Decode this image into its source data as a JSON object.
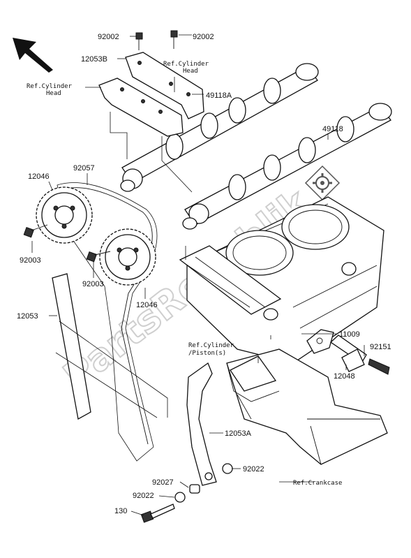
{
  "labels": {
    "p92002_left": "92002",
    "p92002_right": "92002",
    "p12053B": "12053B",
    "ref_cyl_head_top_1": "Ref.Cylinder",
    "ref_cyl_head_top_2": "Head",
    "ref_cyl_head_left_1": "Ref.Cylinder",
    "ref_cyl_head_left_2": "Head",
    "p49118A": "49118A",
    "p49118": "49118",
    "p12046_top": "12046",
    "p92057": "92057",
    "p92003_left": "92003",
    "p92003_mid": "92003",
    "p12046_bottom": "12046",
    "p12053": "12053",
    "p11009": "11009",
    "p92151": "92151",
    "ref_cyl_piston_1": "Ref.Cylinder",
    "ref_cyl_piston_2": "/Piston(s)",
    "p12048": "12048",
    "p12053A": "12053A",
    "p92022_right": "92022",
    "ref_crankcase": "Ref.Crankcase",
    "p92027": "92027",
    "p92022_left": "92022",
    "p130": "130"
  },
  "watermark": "PartsRepublik",
  "icons": [
    "direction-arrow-icon",
    "gear-logo-icon"
  ]
}
